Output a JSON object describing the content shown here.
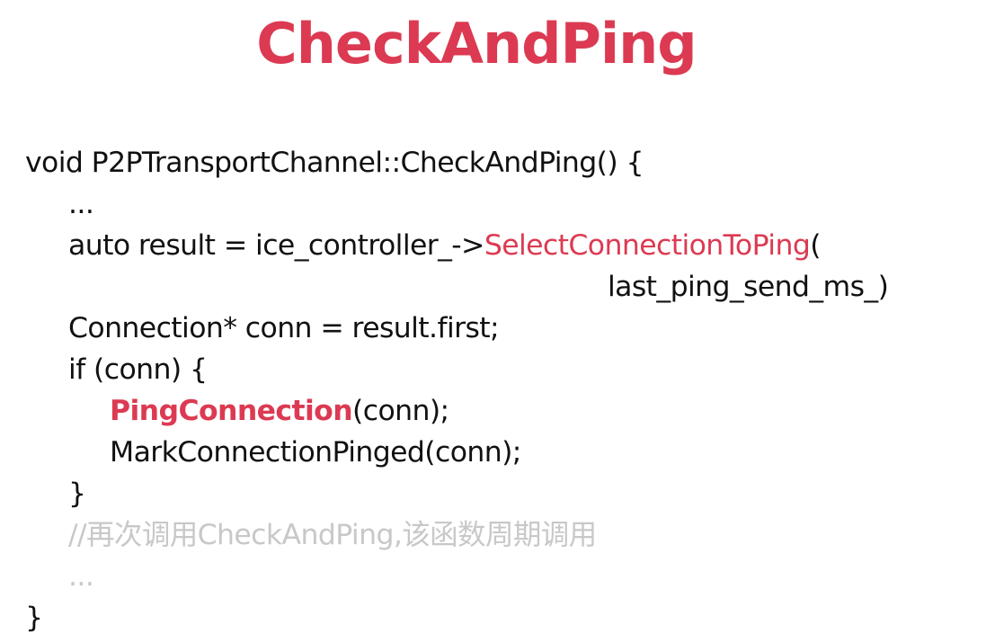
{
  "colors": {
    "accent": "#dc3a52",
    "text": "#111111",
    "comment": "#c8c8c8",
    "background": "#ffffff"
  },
  "title": "CheckAndPing",
  "code": {
    "line1": "void P2PTransportChannel::CheckAndPing() {",
    "line2": "...",
    "line3_pre": "auto result = ice_controller_->",
    "line3_fn": "SelectConnectionToPing",
    "line3_post": "(",
    "line4": "last_ping_send_ms_)",
    "line5": "Connection* conn = result.first;",
    "line6": "if (conn) {",
    "line7_fn": "PingConnection",
    "line7_post": "(conn);",
    "line8": "MarkConnectionPinged(conn);",
    "line9": "}",
    "line10_comment": "//再次调用CheckAndPing,该函数周期调用",
    "line11": "...",
    "line12": "}"
  }
}
